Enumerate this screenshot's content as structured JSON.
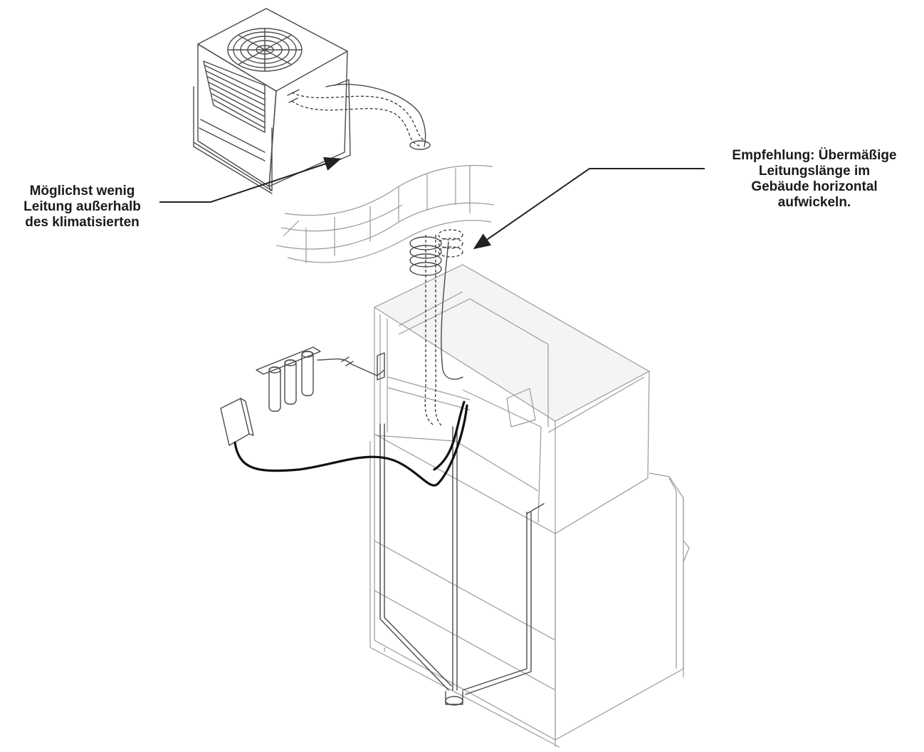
{
  "callouts": {
    "left": {
      "lines": [
        "Möglichst wenig",
        "Leitung außerhalb",
        "des klimatisierten"
      ]
    },
    "right": {
      "lines": [
        "Empfehlung: Übermäßige",
        "Leitungslänge im",
        "Gebäude horizontal",
        "aufwickeln."
      ]
    }
  }
}
